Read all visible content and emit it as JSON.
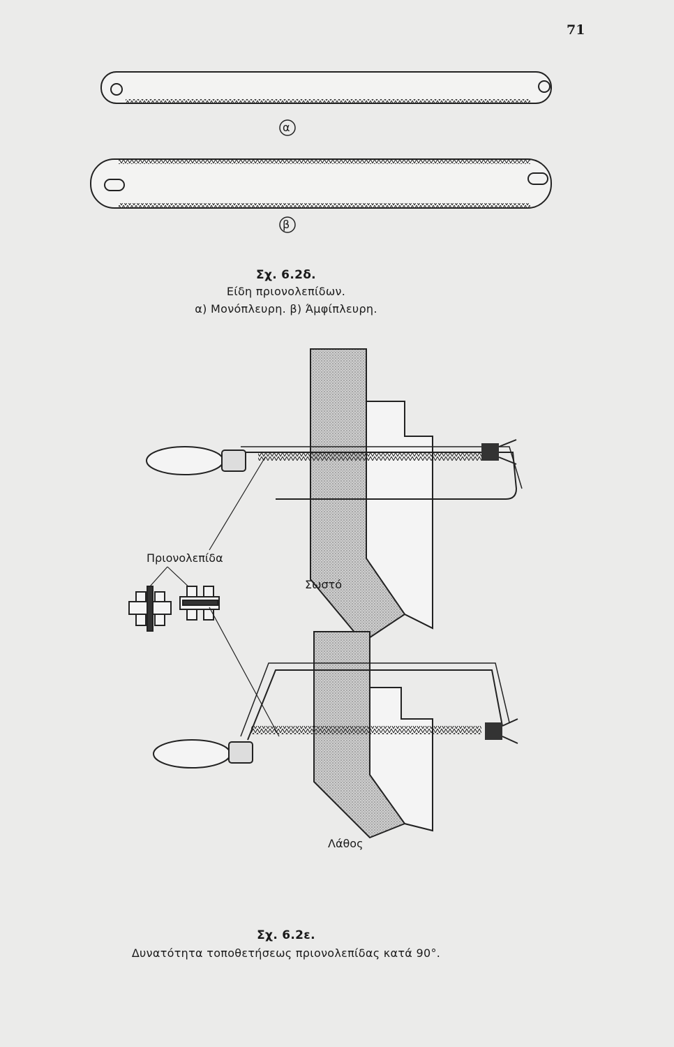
{
  "page_number": "71",
  "figure_1": {
    "label_a": "α",
    "label_b": "β",
    "title": "Σχ. 6.2δ.",
    "caption_line1": "Είδη πριονολεπίδων.",
    "caption_line2": "α) Μονόπλευρη. β) Άμφίπλευρη."
  },
  "figure_2": {
    "blade_label": "Πριονολεπίδα",
    "correct_label": "Σωστό",
    "wrong_label": "Λάθος",
    "title": "Σχ. 6.2ε.",
    "caption": "Δυνατότητα τοποθετήσεως πριονολεπίδας κατά 90°."
  }
}
